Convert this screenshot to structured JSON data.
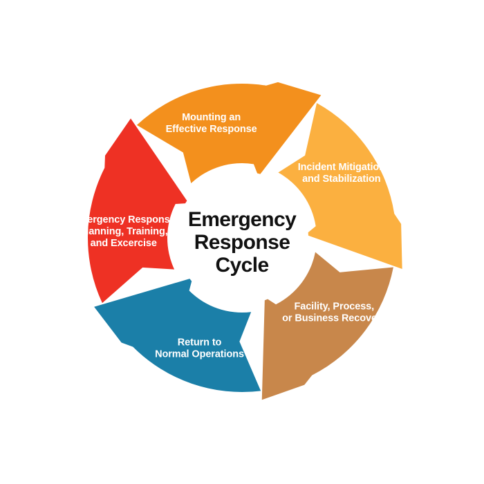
{
  "diagram": {
    "title": "Emergency Response Cycle",
    "type": "cycle-donut-arrow-diagram",
    "center": {
      "line1": "Emergency",
      "line2": "Response",
      "line3": "Cycle",
      "text_color": "#111111",
      "background": "#ffffff"
    },
    "background": "#ffffff",
    "direction": "clockwise",
    "segment_count": 5,
    "segments": [
      {
        "id": "planning",
        "order": 1,
        "color": "#EE3124",
        "color_name": "red",
        "text_color": "#ffffff",
        "lines": [
          "Emergency Response",
          "Planning, Training,",
          "and Excercise"
        ],
        "full_text": "Emergency Response Planning, Training, and Excercise"
      },
      {
        "id": "mounting-response",
        "order": 2,
        "color": "#F3901D",
        "color_name": "orange",
        "text_color": "#ffffff",
        "lines": [
          "Mounting an",
          "Effective Response"
        ],
        "full_text": "Mounting an Effective Response"
      },
      {
        "id": "incident-mitigation",
        "order": 3,
        "color": "#FBB040",
        "color_name": "amber",
        "text_color": "#ffffff",
        "lines": [
          "Incident Mitigation",
          "and Stabilization"
        ],
        "full_text": "Incident Mitigation and Stabilization"
      },
      {
        "id": "recovery",
        "order": 4,
        "color": "#C8874B",
        "color_name": "tan",
        "text_color": "#ffffff",
        "lines": [
          "Facility, Process,",
          "or Business Recovery"
        ],
        "full_text": "Facility, Process, or Business Recovery"
      },
      {
        "id": "return-normal",
        "order": 5,
        "color": "#1B7FA8",
        "color_name": "blue",
        "text_color": "#ffffff",
        "lines": [
          "Return to",
          "Normal Operations"
        ],
        "full_text": "Return to Normal Operations"
      }
    ]
  }
}
